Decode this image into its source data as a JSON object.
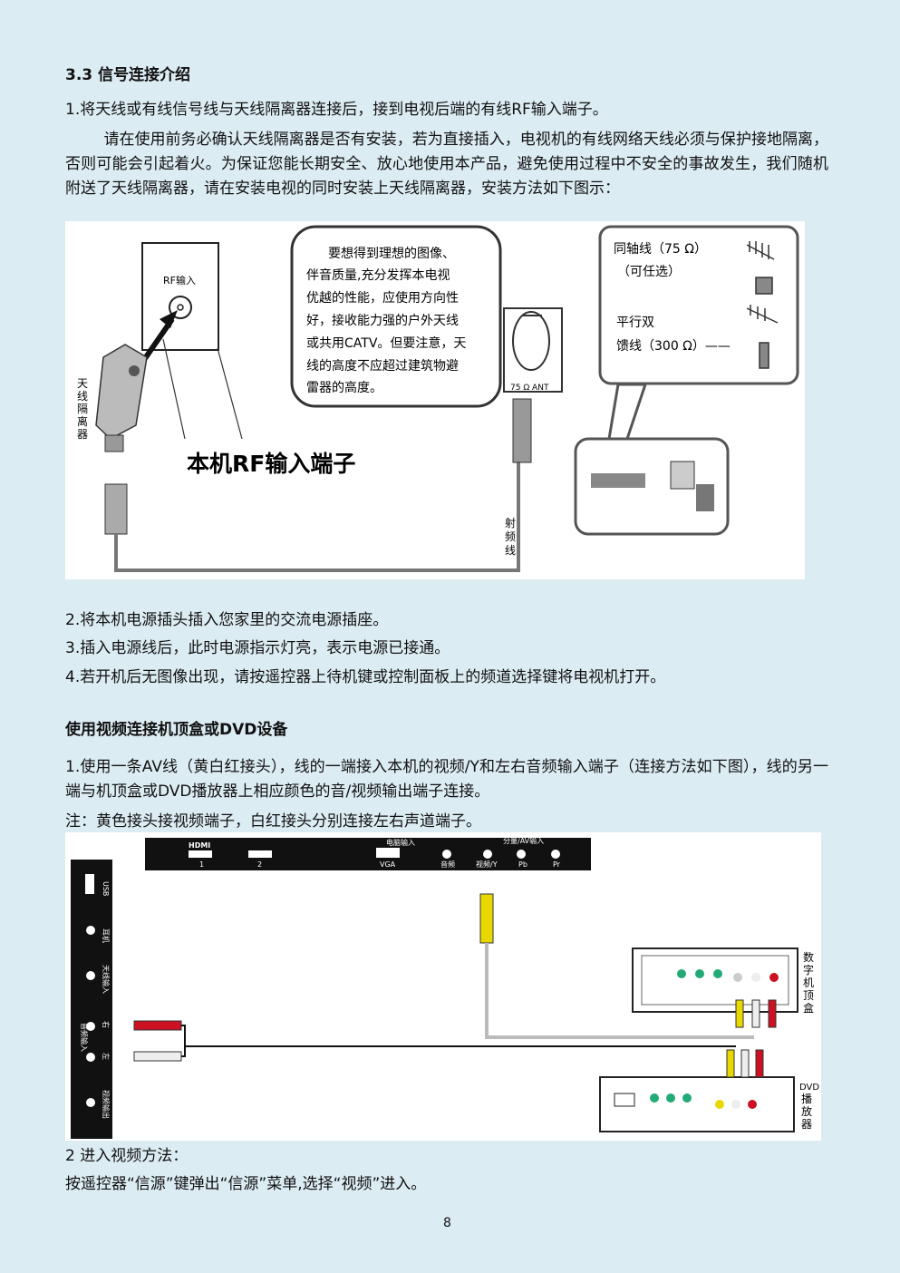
{
  "section": {
    "title": "3.3 信号连接介绍",
    "step1": "1.将天线或有线信号线与天线隔离器连接后，接到电视后端的有线RF输入端子。",
    "warning": "请在使用前务必确认天线隔离器是否有安装，若为直接插入，电视机的有线网络天线必须与保护接地隔离，否则可能会引起着火。为保证您能长期安全、放心地使用本产品，避免使用过程中不安全的事故发生，我们随机附送了天线隔离器，请在安装电视的同时安装上天线隔离器，安装方法如下图示：",
    "step2": "2.将本机电源插头插入您家里的交流电源插座。",
    "step3": "3.插入电源线后，此时电源指示灯亮，表示电源已接通。",
    "step4": "4.若开机后无图像出现，请按遥控器上待机键或控制面板上的频道选择键将电视机打开。"
  },
  "figure1": {
    "rf_input": "RF输入",
    "isolator": [
      "天",
      "线",
      "隔",
      "离",
      "器"
    ],
    "main_rf": "本机RF输入端子",
    "bubble": [
      "要想得到理想的图像、",
      "伴音质量,充分发挥本电视",
      "优越的性能，应使用方向性",
      "好，接收能力强的户外天线",
      "或共用CATV。但要注意，天",
      "线的高度不应超过建筑物避",
      "雷器的高度。"
    ],
    "ant_label": "75 Ω ANT",
    "coax_line1": "同轴线（75 Ω）",
    "coax_line2": "（可任选）",
    "twin_line1": "平行双",
    "twin_line2": "馈线（300 Ω）——",
    "rf_cable": [
      "射",
      "频",
      "线"
    ]
  },
  "video": {
    "title": "使用视频连接机顶盒或DVD设备",
    "step1": "1.使用一条AV线（黄白红接头），线的一端接入本机的视频/Y和左右音频输入端子（连接方法如下图），线的另一端与机顶盒或DVD播放器上相应颜色的音/视频输出端子连接。",
    "note": "注：黄色接头接视频端子，白红接头分别连接左右声道端子。",
    "step2": "2  进入视频方法：",
    "step2_desc": "按遥控器“信源”键弹出“信源”菜单,选择“视频”进入。"
  },
  "figure2": {
    "hdmi": "HDMI",
    "hdmi1": "1",
    "hdmi2": "2",
    "pc_input": "电脑输入",
    "vga": "VGA",
    "audio": "音频",
    "component_av": "分量/AV输入",
    "video_y": "视频/Y",
    "pb": "Pb",
    "pr": "Pr",
    "usb": "USB",
    "earphone": "耳机",
    "antenna": "天线输入",
    "audio_in": "音频输入",
    "right": "右",
    "left": "左",
    "video_out": "视频输出",
    "stb": [
      "数",
      "字",
      "机",
      "顶",
      "盒"
    ],
    "dvd_label": [
      "DVD",
      "播",
      "放",
      "器"
    ]
  },
  "page_number": "8"
}
